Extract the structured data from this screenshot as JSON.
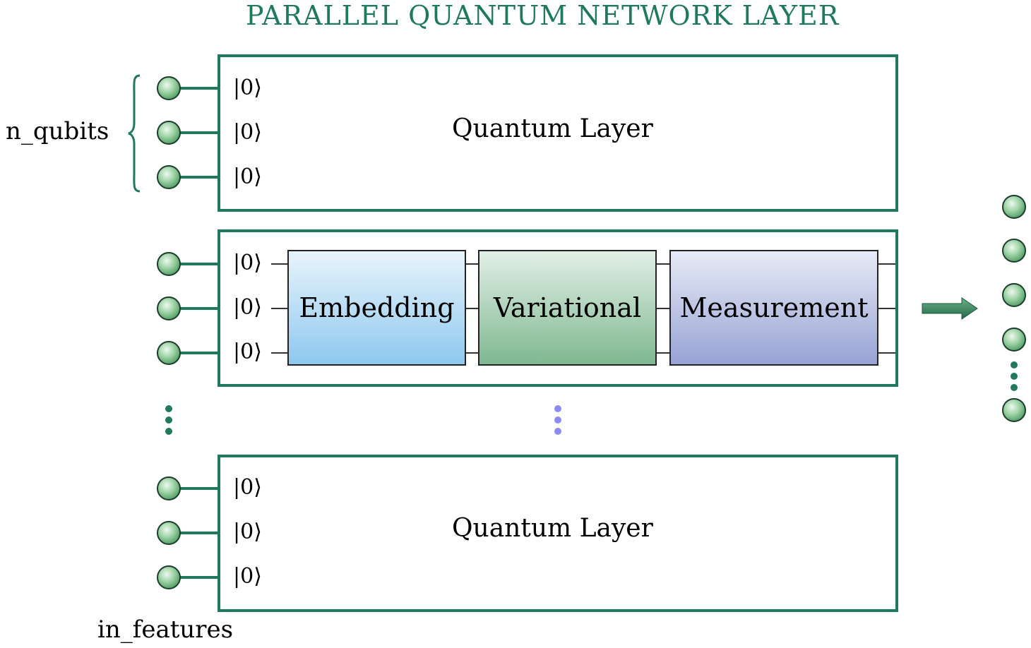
{
  "title": "PARALLEL QUANTUM NETWORK LAYER",
  "ket_label": "|0⟩",
  "top_layer": {
    "label": "Quantum Layer"
  },
  "middle_layer": {
    "blocks": {
      "embedding": "Embedding",
      "variational": "Variational",
      "measurement": "Measurement"
    }
  },
  "bottom_layer": {
    "label": "Quantum Layer"
  },
  "labels": {
    "n_qubits": "n_qubits",
    "in_features": "in_features"
  },
  "colors": {
    "accent": "#1f7a5a",
    "node": "#6fb47e",
    "ellipsis_purple": "#8b8cf5"
  },
  "icons": {
    "output_arrow": "right-arrow-icon",
    "brace": "left-curly-brace-icon"
  }
}
